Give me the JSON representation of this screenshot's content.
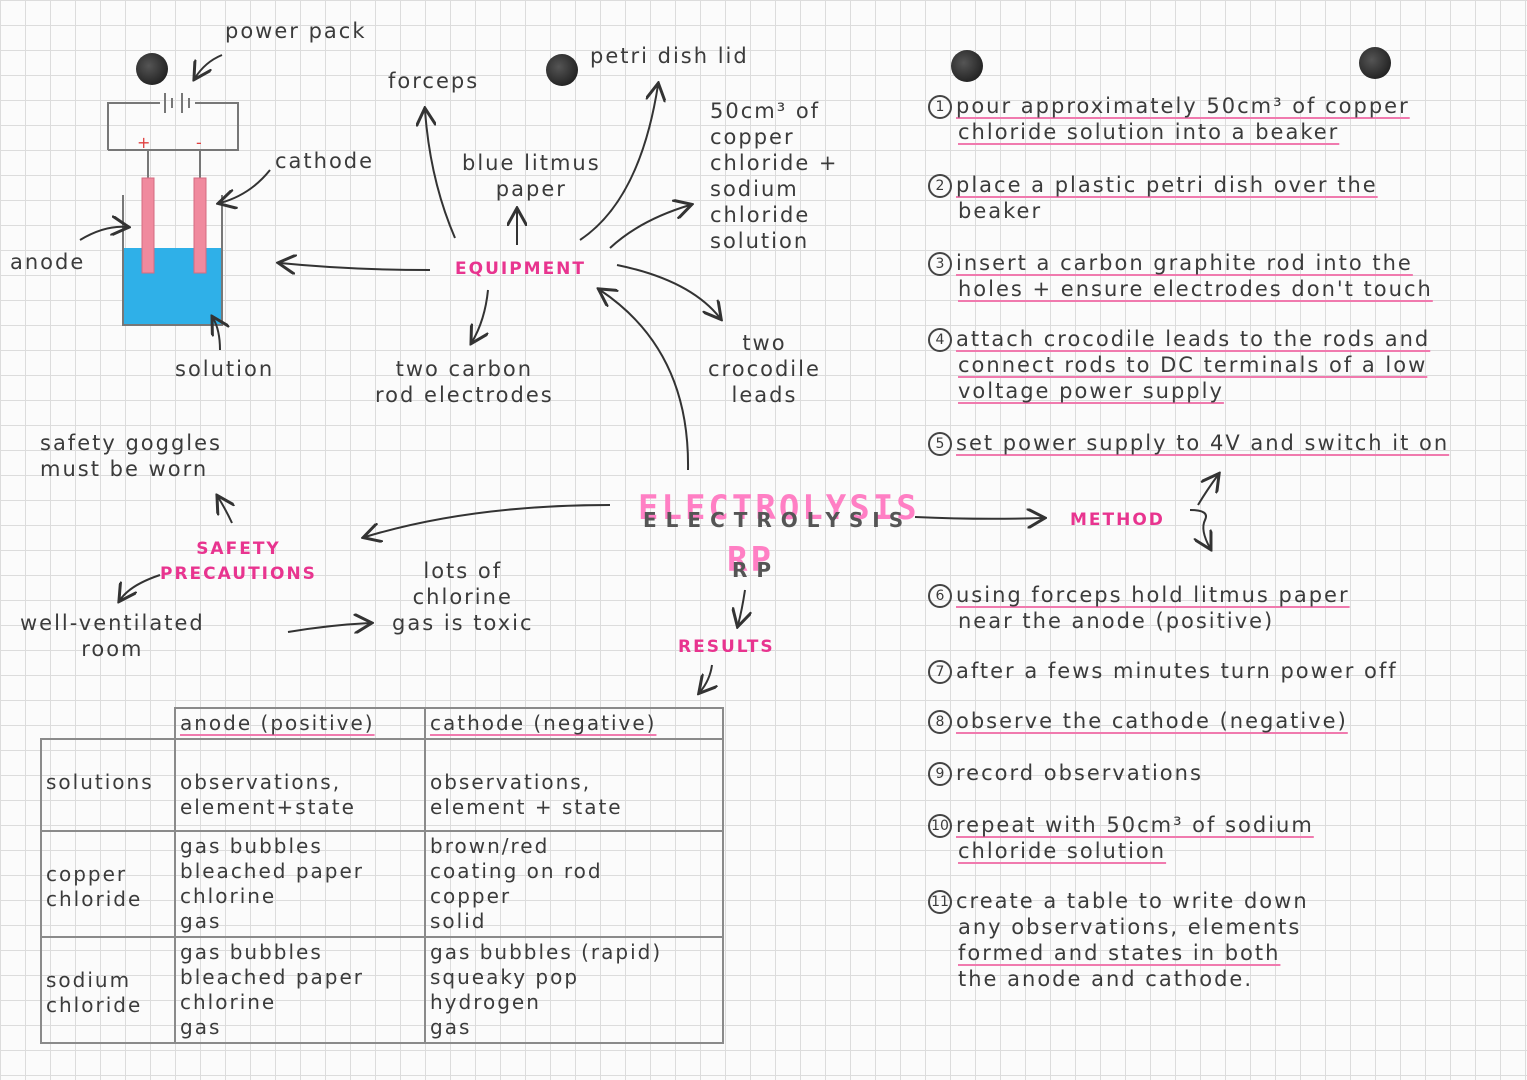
{
  "title": {
    "line1": "ELECTROLYSIS",
    "line2": "RP"
  },
  "diagram": {
    "power_pack": "power pack",
    "plus": "+",
    "minus": "-",
    "cathode": "cathode",
    "anode": "anode",
    "solution": "solution"
  },
  "equipment": {
    "label": "EQUIPMENT",
    "forceps": "forceps",
    "petri": "petri dish lid",
    "litmus": [
      "blue litmus",
      "paper"
    ],
    "copper_chloride": [
      "50cm³ of",
      "copper",
      "chloride +",
      "sodium",
      "chloride",
      "solution"
    ],
    "crocodile": [
      "two",
      "crocodile",
      "leads"
    ],
    "carbon": [
      "two carbon",
      "rod electrodes"
    ]
  },
  "safety": {
    "label": [
      "SAFETY",
      "PRECAUTIONS"
    ],
    "goggles": [
      "safety goggles",
      "must be worn"
    ],
    "ventilated": [
      "well-ventilated",
      "room"
    ],
    "chlorine": [
      "lots of",
      "chlorine",
      "gas is toxic"
    ]
  },
  "results_label": "RESULTS",
  "method_label": "METHOD",
  "table": {
    "header": [
      "",
      "anode (positive)",
      "cathode (negative)"
    ],
    "rows": [
      {
        "label": "solutions",
        "anode": [
          "observations,",
          "element+state"
        ],
        "cathode": [
          "observations,",
          "element + state"
        ]
      },
      {
        "label": "copper chloride",
        "anode": [
          "gas bubbles",
          "bleached paper",
          "chlorine",
          "gas"
        ],
        "cathode": [
          "brown/red",
          "coating on rod",
          "copper",
          "solid"
        ]
      },
      {
        "label": "sodium chloride",
        "anode": [
          "gas bubbles",
          "bleached paper",
          "chlorine",
          "gas"
        ],
        "cathode": [
          "gas bubbles (rapid)",
          "squeaky pop",
          "hydrogen",
          "gas"
        ]
      }
    ]
  },
  "method": [
    {
      "n": "1",
      "lines": [
        "pour approximately 50cm³ of copper",
        "chloride solution into a beaker"
      ]
    },
    {
      "n": "2",
      "lines": [
        "place a plastic petri dish over the",
        "beaker"
      ]
    },
    {
      "n": "3",
      "lines": [
        "insert a carbon graphite rod into the",
        "holes + ensure electrodes don't touch"
      ]
    },
    {
      "n": "4",
      "lines": [
        "attach crocodile leads to the rods and",
        "connect rods to DC terminals of a low",
        "voltage power supply"
      ]
    },
    {
      "n": "5",
      "lines": [
        "set power supply to 4V and switch it on"
      ]
    },
    {
      "n": "6",
      "lines": [
        "using forceps hold litmus paper",
        "near the anode (positive)"
      ]
    },
    {
      "n": "7",
      "lines": [
        "after a fews minutes turn power off"
      ]
    },
    {
      "n": "8",
      "lines": [
        "observe the cathode (negative)"
      ]
    },
    {
      "n": "9",
      "lines": [
        "record observations"
      ]
    },
    {
      "n": "10",
      "lines": [
        "repeat with 50cm³ of sodium",
        "chloride solution"
      ]
    },
    {
      "n": "11",
      "lines": [
        "create a table to write down",
        "any observations, elements",
        "formed and states in both",
        "the anode and cathode."
      ]
    }
  ],
  "colors": {
    "accent": "#e8348f",
    "title": "#ff7fc4",
    "solution": "#2fb0e8",
    "electrode": "#f08a9e"
  }
}
